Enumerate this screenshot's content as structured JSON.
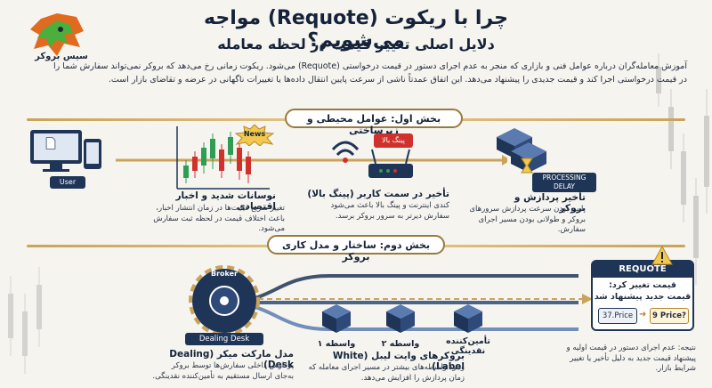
{
  "header": {
    "logo_text": "سیس بروکر",
    "title": "چرا با ریکوت (Requote) مواجه می‌شویم؟",
    "subtitle": "دلایل اصلی تغییر قیمت در لحظه معامله",
    "intro": "آموزش معامله‌گران درباره عوامل فنی و بازاری که منجر به عدم اجرای دستور در قیمت درخواستی (Requote) می‌شود. ریکوت زمانی رخ می‌دهد که بروکر نمی‌تواند سفارش شما را در قیمت درخواستی اجرا کند و قیمت جدیدی را پیشنهاد می‌دهد. این اتفاق عمدتاً ناشی از سرعت پایین انتقال داده‌ها یا تغییرات ناگهانی در عرضه و تقاضای بازار است."
  },
  "section1": {
    "title": "بخش اول: عوامل محیطی و زیرساختی",
    "user_label": "User",
    "news_label": "News",
    "ping_label": "پینگ بالا",
    "processing_label": "PROCESSING DELAY",
    "items": [
      {
        "title": "نوسانات شدید و اخبار اقتصادی",
        "desc": "تغییر سریع قیمت‌ها در زمان انتشار اخبار، باعث اختلاف قیمت در لحظه ثبت سفارش می‌شود."
      },
      {
        "title": "تأخیر در سمت کاربر (پینگ بالا)",
        "desc": "کندی اینترنت و پینگ بالا باعث می‌شود سفارش دیرتر به سرور بروکر برسد."
      },
      {
        "title": "تأخیر پردازش و بروکر",
        "desc": "پایین بودن سرعت پردازش سرورهای بروکر و طولانی بودن مسیر اجرای سفارش."
      }
    ]
  },
  "section2": {
    "title": "بخش دوم: ساختار و مدل کاری بروکر",
    "broker_label": "Broker",
    "dealing_desk_label": "Dealing Desk",
    "market_maker": {
      "title": "مدل مارکت میکر (Dealing Desk)",
      "desc": "پردازش داخلی سفارش‌ها توسط بروکر به‌جای ارسال مستقیم به تأمین‌کننده نقدینگی."
    },
    "nodes": [
      {
        "label": "واسطه ۱"
      },
      {
        "label": "واسطه ۲"
      },
      {
        "label": "تأمین‌کننده نقدینگی"
      }
    ],
    "white_label": {
      "title": "بروکرهای وایت لیبل (White Label)",
      "desc": "وجود واسطه‌های بیشتر در مسیر اجرای معامله که زمان پردازش را افزایش می‌دهد."
    }
  },
  "requote_card": {
    "header": "REQUOTE",
    "line1": "قیمت تغییر کرد:",
    "line2": "قیمت جدید پیشنهاد شد",
    "old_price": "37.Price",
    "new_price": "9 Price?",
    "note": "نتیجه: عدم اجرای دستور در قیمت اولیه و پیشنهاد قیمت جدید به دلیل تأخیر یا تغییر شرایط بازار."
  },
  "colors": {
    "navy": "#1f3557",
    "gold": "#c9a35a",
    "red": "#d0312d",
    "green": "#2f9e54",
    "background": "#f6f4ef"
  }
}
